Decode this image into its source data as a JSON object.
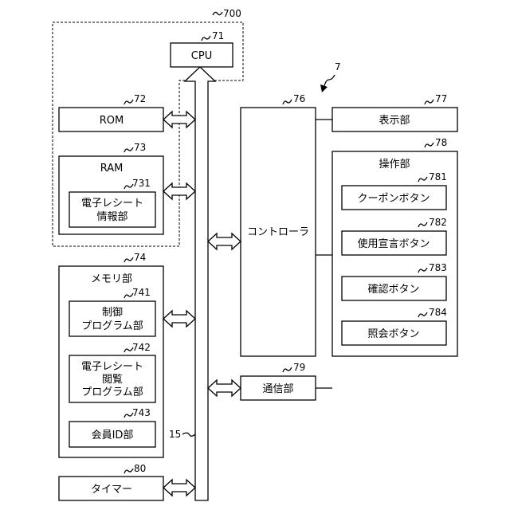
{
  "labels": {
    "group_700": "700",
    "ref_7": "7",
    "cpu": "CPU",
    "cpu_ref": "71",
    "rom": "ROM",
    "rom_ref": "72",
    "ram": "RAM",
    "ram_ref": "73",
    "ereceipt_info_line1": "電子レシート",
    "ereceipt_info_line2": "情報部",
    "ereceipt_info_ref": "731",
    "memory": "メモリ部",
    "memory_ref": "74",
    "control_prog_line1": "制御",
    "control_prog_line2": "プログラム部",
    "control_prog_ref": "741",
    "browse_prog_line1": "電子レシート",
    "browse_prog_line2": "閲覧",
    "browse_prog_line3": "プログラム部",
    "browse_prog_ref": "742",
    "member_id": "会員ID部",
    "member_id_ref": "743",
    "bus_ref": "15",
    "controller": "コントローラ",
    "controller_ref": "76",
    "display": "表示部",
    "display_ref": "77",
    "operation": "操作部",
    "operation_ref": "78",
    "coupon_button": "クーポンボタン",
    "coupon_button_ref": "781",
    "use_decl_button": "使用宣言ボタン",
    "use_decl_button_ref": "782",
    "confirm_button": "確認ボタン",
    "confirm_button_ref": "783",
    "inquiry_button": "照会ボタン",
    "inquiry_button_ref": "784",
    "communication": "通信部",
    "communication_ref": "79",
    "timer": "タイマー",
    "timer_ref": "80"
  }
}
